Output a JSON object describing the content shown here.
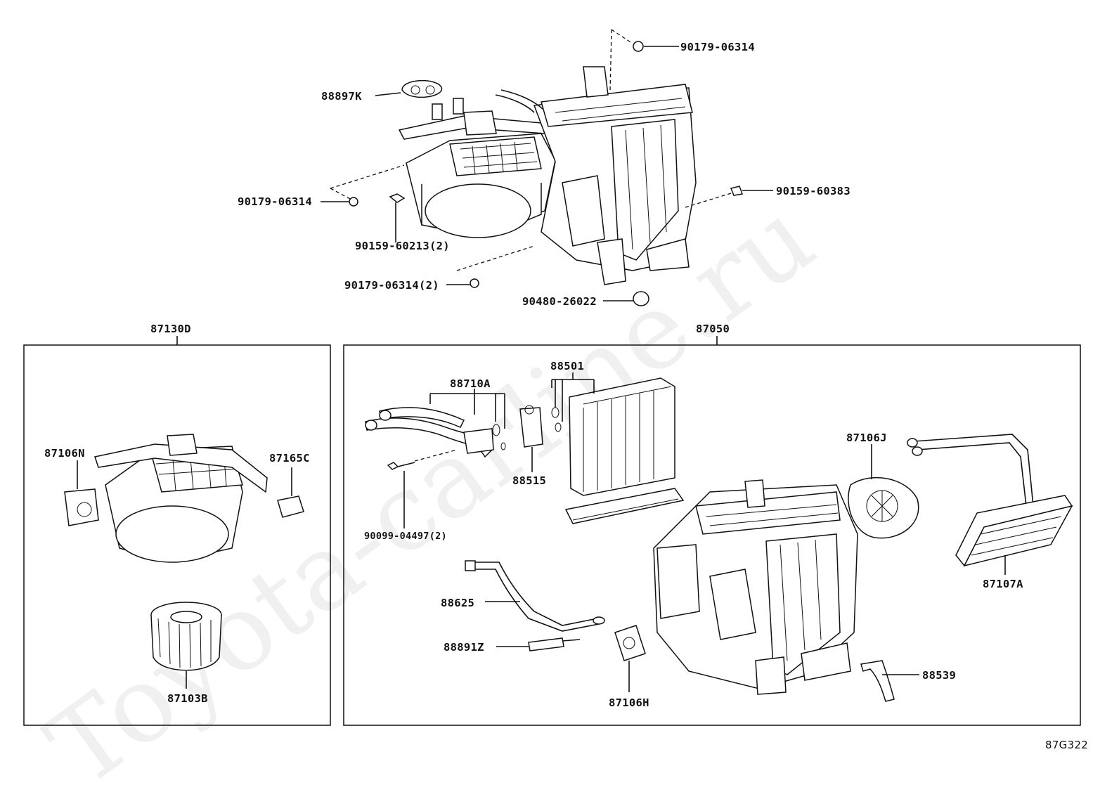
{
  "watermark": "Toyota-carline.ru",
  "figure_code": "87G322",
  "group_labels": {
    "blower_group": "87130D",
    "unit_group": "87050"
  },
  "top_callouts": [
    {
      "key": "c1",
      "text": "90179-06314"
    },
    {
      "key": "c2",
      "text": "88897K"
    },
    {
      "key": "c3",
      "text": "90179-06314"
    },
    {
      "key": "c4",
      "text": "90159-60383"
    },
    {
      "key": "c5",
      "text": "90159-60213(2)"
    },
    {
      "key": "c6",
      "text": "90179-06314(2)"
    },
    {
      "key": "c7",
      "text": "90480-26022"
    }
  ],
  "blower_callouts": [
    {
      "key": "b1",
      "text": "87106N"
    },
    {
      "key": "b2",
      "text": "87165C"
    },
    {
      "key": "b3",
      "text": "87103B"
    }
  ],
  "unit_callouts": [
    {
      "key": "u1",
      "text": "88710A"
    },
    {
      "key": "u2",
      "text": "88501"
    },
    {
      "key": "u3",
      "text": "88515"
    },
    {
      "key": "u4",
      "text": "87106J"
    },
    {
      "key": "u5",
      "text": "90099-04497(2)"
    },
    {
      "key": "u6",
      "text": "87107A"
    },
    {
      "key": "u7",
      "text": "88625"
    },
    {
      "key": "u8",
      "text": "88891Z"
    },
    {
      "key": "u9",
      "text": "87106H"
    },
    {
      "key": "u10",
      "text": "88539"
    }
  ]
}
